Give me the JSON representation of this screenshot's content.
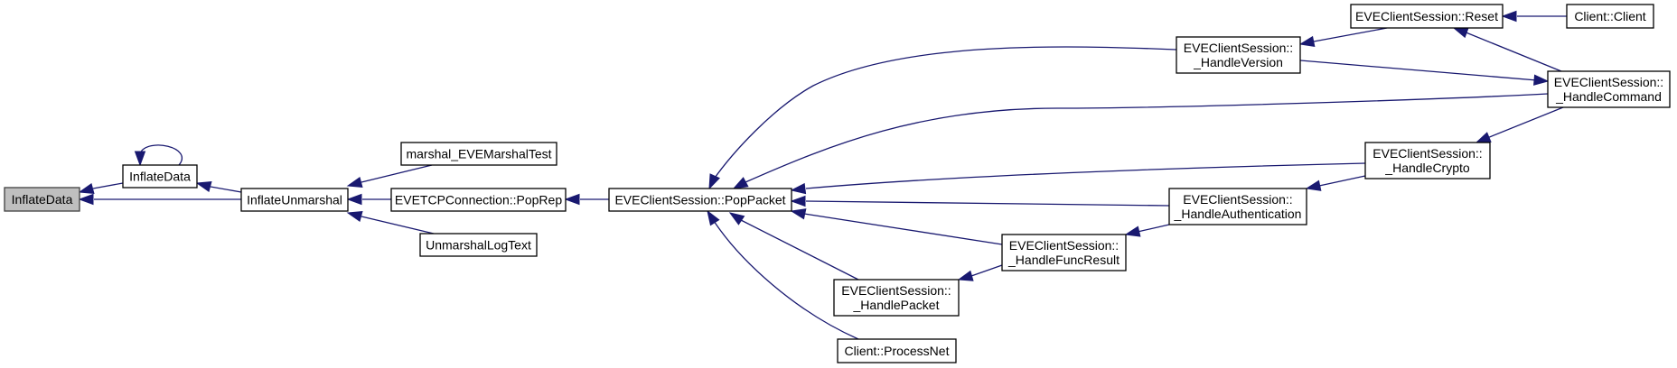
{
  "graph": {
    "type": "caller-graph",
    "edge_color": "#191970",
    "current_fill": "#bfbfbf",
    "nodes": [
      {
        "id": "inflatedata_cur",
        "lines": [
          "InflateData"
        ],
        "current": true
      },
      {
        "id": "inflatedata",
        "lines": [
          "InflateData"
        ]
      },
      {
        "id": "inflateunmarshal",
        "lines": [
          "InflateUnmarshal"
        ]
      },
      {
        "id": "marshaltest",
        "lines": [
          "marshal_EVEMarshalTest"
        ]
      },
      {
        "id": "poprep",
        "lines": [
          "EVETCPConnection::PopRep"
        ]
      },
      {
        "id": "unmarshallogtext",
        "lines": [
          "UnmarshalLogText"
        ]
      },
      {
        "id": "poppacket",
        "lines": [
          "EVEClientSession::PopPacket"
        ]
      },
      {
        "id": "handleversion",
        "lines": [
          "EVEClientSession::",
          "_HandleVersion"
        ]
      },
      {
        "id": "reset",
        "lines": [
          "EVEClientSession::Reset"
        ]
      },
      {
        "id": "clientclient",
        "lines": [
          "Client::Client"
        ]
      },
      {
        "id": "handlecommand",
        "lines": [
          "EVEClientSession::",
          "_HandleCommand"
        ]
      },
      {
        "id": "handlecrypto",
        "lines": [
          "EVEClientSession::",
          "_HandleCrypto"
        ]
      },
      {
        "id": "handleauth",
        "lines": [
          "EVEClientSession::",
          "_HandleAuthentication"
        ]
      },
      {
        "id": "handlefuncresult",
        "lines": [
          "EVEClientSession::",
          "_HandleFuncResult"
        ]
      },
      {
        "id": "handlepacket",
        "lines": [
          "EVEClientSession::",
          "_HandlePacket"
        ]
      },
      {
        "id": "processnet",
        "lines": [
          "Client::ProcessNet"
        ]
      }
    ],
    "edges": [
      {
        "from": "inflatedata",
        "to": "inflatedata_cur"
      },
      {
        "from": "inflatedata",
        "to": "inflatedata"
      },
      {
        "from": "inflateunmarshal",
        "to": "inflatedata"
      },
      {
        "from": "inflateunmarshal",
        "to": "inflatedata_cur"
      },
      {
        "from": "marshaltest",
        "to": "inflateunmarshal"
      },
      {
        "from": "poprep",
        "to": "inflateunmarshal"
      },
      {
        "from": "unmarshallogtext",
        "to": "inflateunmarshal"
      },
      {
        "from": "poppacket",
        "to": "poprep"
      },
      {
        "from": "handleversion",
        "to": "poppacket"
      },
      {
        "from": "handlecommand",
        "to": "poppacket"
      },
      {
        "from": "handlecrypto",
        "to": "poppacket"
      },
      {
        "from": "handleauth",
        "to": "poppacket"
      },
      {
        "from": "handlefuncresult",
        "to": "poppacket"
      },
      {
        "from": "handlepacket",
        "to": "poppacket"
      },
      {
        "from": "processnet",
        "to": "poppacket"
      },
      {
        "from": "reset",
        "to": "handleversion"
      },
      {
        "from": "handlecommand",
        "to": "handleversion"
      },
      {
        "from": "clientclient",
        "to": "reset"
      },
      {
        "from": "handlecommand",
        "to": "reset"
      },
      {
        "from": "handlecommand",
        "to": "handlecrypto"
      },
      {
        "from": "handlecrypto",
        "to": "handleauth"
      },
      {
        "from": "handleauth",
        "to": "handlefuncresult"
      },
      {
        "from": "handlefuncresult",
        "to": "handlepacket"
      }
    ]
  }
}
